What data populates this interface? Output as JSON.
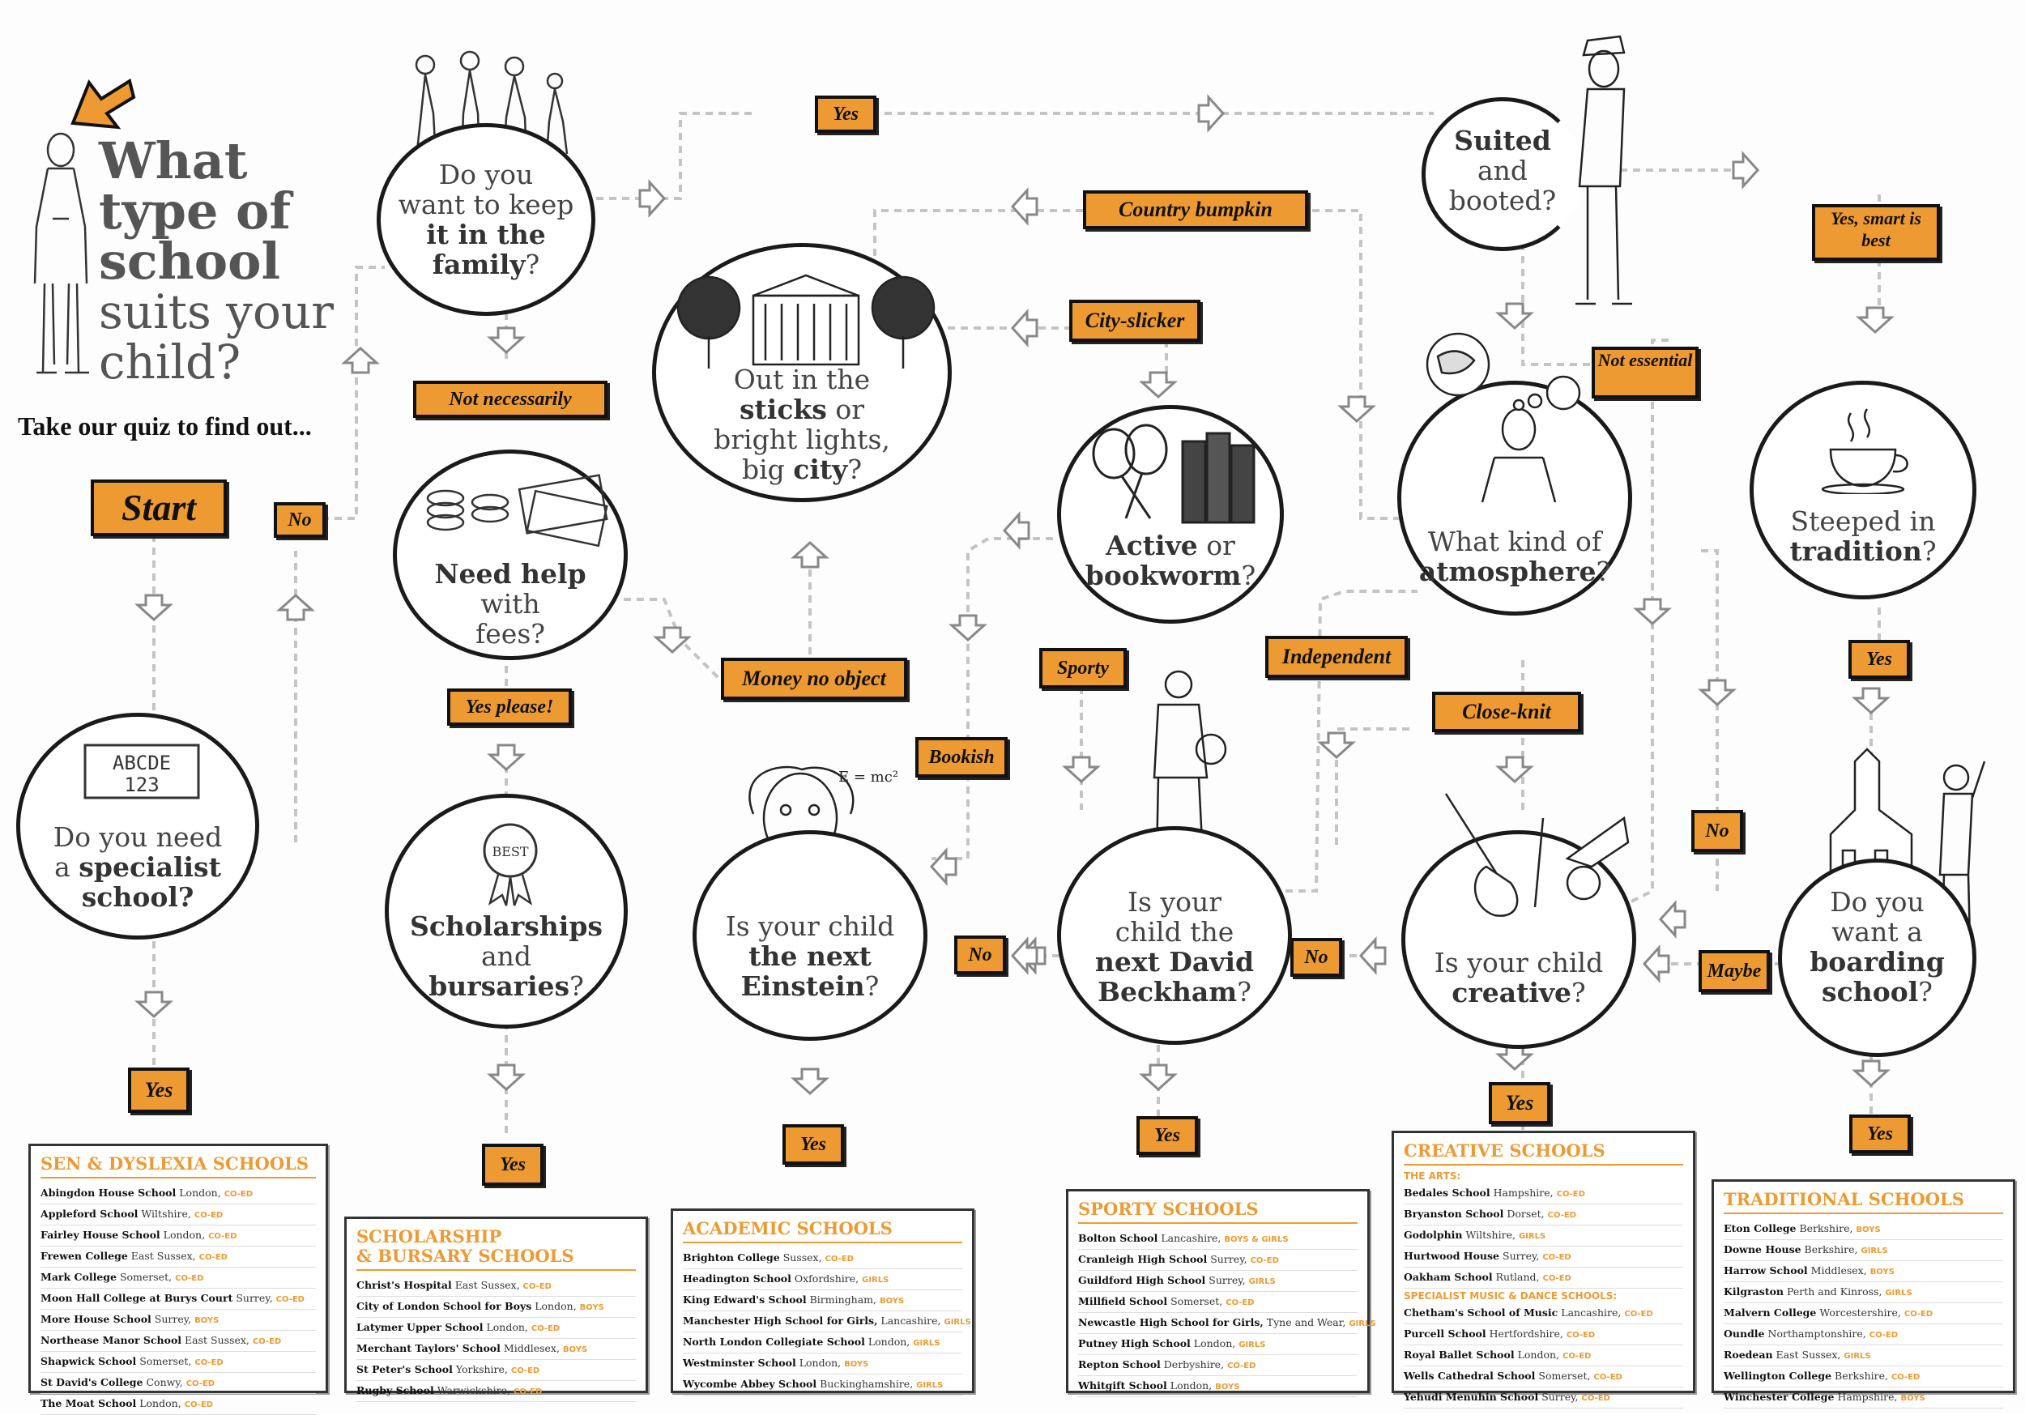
{
  "title": {
    "line1": "What",
    "line2": "type of",
    "line3": "school",
    "line4": "suits your",
    "line5": "child?"
  },
  "subtitle": "Take our quiz to find out...",
  "labels": {
    "start": "Start",
    "no_a": "No",
    "not_necessarily": "Not necessarily",
    "yes_please": "Yes please!",
    "yes_top": "Yes",
    "country": "Country bumpkin",
    "city": "City-slicker",
    "money": "Money no object",
    "bookish": "Bookish",
    "sporty": "Sporty",
    "independent": "Independent",
    "close_knit": "Close-knit",
    "not_essential": "Not essential",
    "yes_smart": "Yes, smart is best",
    "yes_trad": "Yes",
    "no_board": "No",
    "maybe": "Maybe",
    "no_creative": "No",
    "no_beckham": "No",
    "yes_sen": "Yes",
    "yes_schol": "Yes",
    "yes_acad": "Yes",
    "yes_sport": "Yes",
    "yes_creat": "Yes",
    "yes_tradschool": "Yes"
  },
  "questions": {
    "specialist": {
      "a": "Do you need",
      "b": "a ",
      "c": "specialist",
      "d": "school?"
    },
    "family": {
      "a": "Do you",
      "b": "want to keep",
      "c": "it in the",
      "d": "family",
      "e": "?"
    },
    "fees": {
      "a": "Need help",
      "b": "with",
      "c": "fees?"
    },
    "scholarships": {
      "a": "Scholarships",
      "b": "and",
      "c": "bursaries",
      "d": "?"
    },
    "sticks": {
      "a": "Out in the",
      "b": "sticks",
      "c": " or",
      "d": "bright lights,",
      "e": "big ",
      "f": "city",
      "g": "?"
    },
    "einstein": {
      "a": "Is your child",
      "b": "the next",
      "c": "Einstein",
      "d": "?"
    },
    "active": {
      "a": "Active",
      "b": " or",
      "c": "bookworm",
      "d": "?"
    },
    "beckham": {
      "a": "Is your",
      "b": "child the",
      "c": "next David",
      "d": "Beckham",
      "e": "?"
    },
    "suited": {
      "a": "Suited",
      "b": "and",
      "c": "booted?"
    },
    "atmosphere": {
      "a": "What kind of",
      "b": "atmosphere",
      "c": "?"
    },
    "creative": {
      "a": "Is your child",
      "b": "creative",
      "c": "?"
    },
    "tradition": {
      "a": "Steeped in",
      "b": "tradition",
      "c": "?"
    },
    "boarding": {
      "a": "Do you",
      "b": "want a",
      "c": "boarding",
      "d": "school",
      "e": "?"
    }
  },
  "boxes": {
    "sen": {
      "title": "SEN & DYSLEXIA SCHOOLS",
      "items": [
        {
          "n": "Abingdon House School",
          "p": "London,",
          "g": "CO-ED"
        },
        {
          "n": "Appleford School",
          "p": "Wiltshire,",
          "g": "CO-ED"
        },
        {
          "n": "Fairley House School",
          "p": "London,",
          "g": "CO-ED"
        },
        {
          "n": "Frewen College",
          "p": "East Sussex,",
          "g": "CO-ED"
        },
        {
          "n": "Mark College",
          "p": "Somerset,",
          "g": "CO-ED"
        },
        {
          "n": "Moon Hall College at Burys Court",
          "p": "Surrey,",
          "g": "CO-ED"
        },
        {
          "n": "More House School",
          "p": "Surrey,",
          "g": "BOYS"
        },
        {
          "n": "Northease Manor School",
          "p": "East Sussex,",
          "g": "CO-ED"
        },
        {
          "n": "Shapwick School",
          "p": "Somerset,",
          "g": "CO-ED"
        },
        {
          "n": "St David's College",
          "p": "Conwy,",
          "g": "CO-ED"
        },
        {
          "n": "The Moat School",
          "p": "London,",
          "g": "CO-ED"
        }
      ]
    },
    "schol": {
      "title1": "SCHOLARSHIP",
      "title2": "& BURSARY SCHOOLS",
      "items": [
        {
          "n": "Christ's Hospital",
          "p": "East Sussex,",
          "g": "CO-ED"
        },
        {
          "n": "City of London School for Boys",
          "p": "London,",
          "g": "BOYS"
        },
        {
          "n": "Latymer Upper School",
          "p": "London,",
          "g": "CO-ED"
        },
        {
          "n": "Merchant Taylors' School",
          "p": "Middlesex,",
          "g": "BOYS"
        },
        {
          "n": "St Peter's School",
          "p": "Yorkshire,",
          "g": "CO-ED"
        },
        {
          "n": "Rugby School",
          "p": "Warwickshire,",
          "g": "CO-ED"
        }
      ]
    },
    "acad": {
      "title": "ACADEMIC SCHOOLS",
      "items": [
        {
          "n": "Brighton College",
          "p": "Sussex,",
          "g": "CO-ED"
        },
        {
          "n": "Headington School",
          "p": "Oxfordshire,",
          "g": "GIRLS"
        },
        {
          "n": "King Edward's School",
          "p": "Birmingham,",
          "g": "BOYS"
        },
        {
          "n": "Manchester High School for Girls,",
          "p": "Lancashire,",
          "g": "GIRLS"
        },
        {
          "n": "North London Collegiate School",
          "p": "London,",
          "g": "GIRLS"
        },
        {
          "n": "Westminster School",
          "p": "London,",
          "g": "BOYS"
        },
        {
          "n": "Wycombe Abbey School",
          "p": "Buckinghamshire,",
          "g": "GIRLS"
        }
      ]
    },
    "sport": {
      "title": "SPORTY SCHOOLS",
      "items": [
        {
          "n": "Bolton School",
          "p": "Lancashire,",
          "g": "BOYS & GIRLS"
        },
        {
          "n": "Cranleigh High School",
          "p": "Surrey,",
          "g": "CO-ED"
        },
        {
          "n": "Guildford High School",
          "p": "Surrey,",
          "g": "GIRLS"
        },
        {
          "n": "Millfield School",
          "p": "Somerset,",
          "g": "CO-ED"
        },
        {
          "n": "Newcastle High School for Girls,",
          "p": "Tyne and Wear,",
          "g": "GIRLS"
        },
        {
          "n": "Putney High School",
          "p": "London,",
          "g": "GIRLS"
        },
        {
          "n": "Repton School",
          "p": "Derbyshire,",
          "g": "CO-ED"
        },
        {
          "n": "Whitgift School",
          "p": "London,",
          "g": "BOYS"
        }
      ]
    },
    "creat": {
      "title": "CREATIVE SCHOOLS",
      "sub1": "THE ARTS:",
      "items1": [
        {
          "n": "Bedales School",
          "p": "Hampshire,",
          "g": "CO-ED"
        },
        {
          "n": "Bryanston School",
          "p": "Dorset,",
          "g": "CO-ED"
        },
        {
          "n": "Godolphin",
          "p": "Wiltshire,",
          "g": "GIRLS"
        },
        {
          "n": "Hurtwood House",
          "p": "Surrey,",
          "g": "CO-ED"
        },
        {
          "n": "Oakham School",
          "p": "Rutland,",
          "g": "CO-ED"
        }
      ],
      "sub2": "SPECIALIST MUSIC & DANCE SCHOOLS:",
      "items2": [
        {
          "n": "Chetham's School of Music",
          "p": "Lancashire,",
          "g": "CO-ED"
        },
        {
          "n": "Purcell School",
          "p": "Hertfordshire,",
          "g": "CO-ED"
        },
        {
          "n": "Royal Ballet School",
          "p": "London,",
          "g": "CO-ED"
        },
        {
          "n": "Wells Cathedral School",
          "p": "Somerset,",
          "g": "CO-ED"
        },
        {
          "n": "Yehudi Menuhin School",
          "p": "Surrey,",
          "g": "CO-ED"
        }
      ]
    },
    "trad": {
      "title": "TRADITIONAL SCHOOLS",
      "items": [
        {
          "n": "Eton College",
          "p": "Berkshire,",
          "g": "BOYS"
        },
        {
          "n": "Downe House",
          "p": "Berkshire,",
          "g": "GIRLS"
        },
        {
          "n": "Harrow School",
          "p": "Middlesex,",
          "g": "BOYS"
        },
        {
          "n": "Kilgraston",
          "p": "Perth and Kinross,",
          "g": "GIRLS"
        },
        {
          "n": "Malvern College",
          "p": "Worcestershire,",
          "g": "CO-ED"
        },
        {
          "n": "Oundle",
          "p": "Northamptonshire,",
          "g": "CO-ED"
        },
        {
          "n": "Roedean",
          "p": "East Sussex,",
          "g": "GIRLS"
        },
        {
          "n": "Wellington College",
          "p": "Berkshire,",
          "g": "CO-ED"
        },
        {
          "n": "Winchester College",
          "p": "Hampshire,",
          "g": "BOYS"
        }
      ]
    }
  },
  "colors": {
    "accent": "#ee9a32",
    "ink": "#1a1a1a",
    "path": "#bbbbbb"
  }
}
